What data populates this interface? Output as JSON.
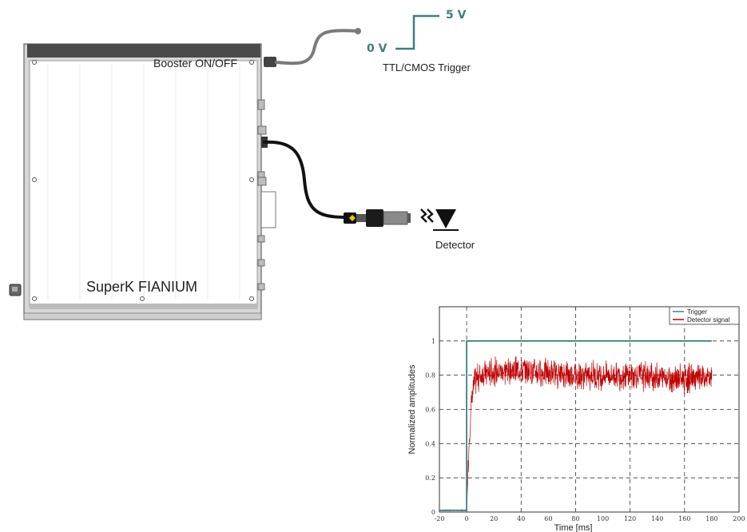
{
  "device": {
    "name": "SuperK FIANIUM",
    "port_label": "Booster ON/OFF"
  },
  "trigger": {
    "high_label": "5 V",
    "low_label": "0 V",
    "type_label": "TTL/CMOS Trigger"
  },
  "detector": {
    "label": "Detector"
  },
  "colors": {
    "trigger_line": "#3d7f86",
    "detector_signal": "#c00000",
    "cable": "#1a1a1a",
    "port_cable": "#7a7a7a"
  },
  "chart_data": {
    "type": "line",
    "xlabel": "Time [ms]",
    "ylabel": "Normalized amplitudes",
    "xlim": [
      -20,
      200
    ],
    "ylim": [
      0,
      1.2
    ],
    "x_ticks": [
      "-20",
      "0",
      "20",
      "40",
      "60",
      "80",
      "100",
      "120",
      "140",
      "160",
      "180",
      "200"
    ],
    "y_ticks": [
      "0",
      "0.2",
      "0.4",
      "0.6",
      "0.8",
      "1"
    ],
    "grid": true,
    "legend_position": "top-right",
    "series": [
      {
        "name": "Trigger",
        "color": "#3d7f86",
        "x": [
          -20,
          0,
          0,
          180
        ],
        "y": [
          0.01,
          0.01,
          1.0,
          1.0
        ]
      },
      {
        "name": "Detector signal",
        "color": "#c00000",
        "x": [
          -20,
          0,
          2,
          4,
          6,
          8,
          10,
          20,
          40,
          60,
          80,
          100,
          120,
          140,
          160,
          180
        ],
        "y": [
          0.01,
          0.01,
          0.45,
          0.68,
          0.76,
          0.79,
          0.8,
          0.82,
          0.83,
          0.81,
          0.8,
          0.8,
          0.8,
          0.79,
          0.78,
          0.78
        ],
        "noise_amplitude": 0.07
      }
    ]
  }
}
